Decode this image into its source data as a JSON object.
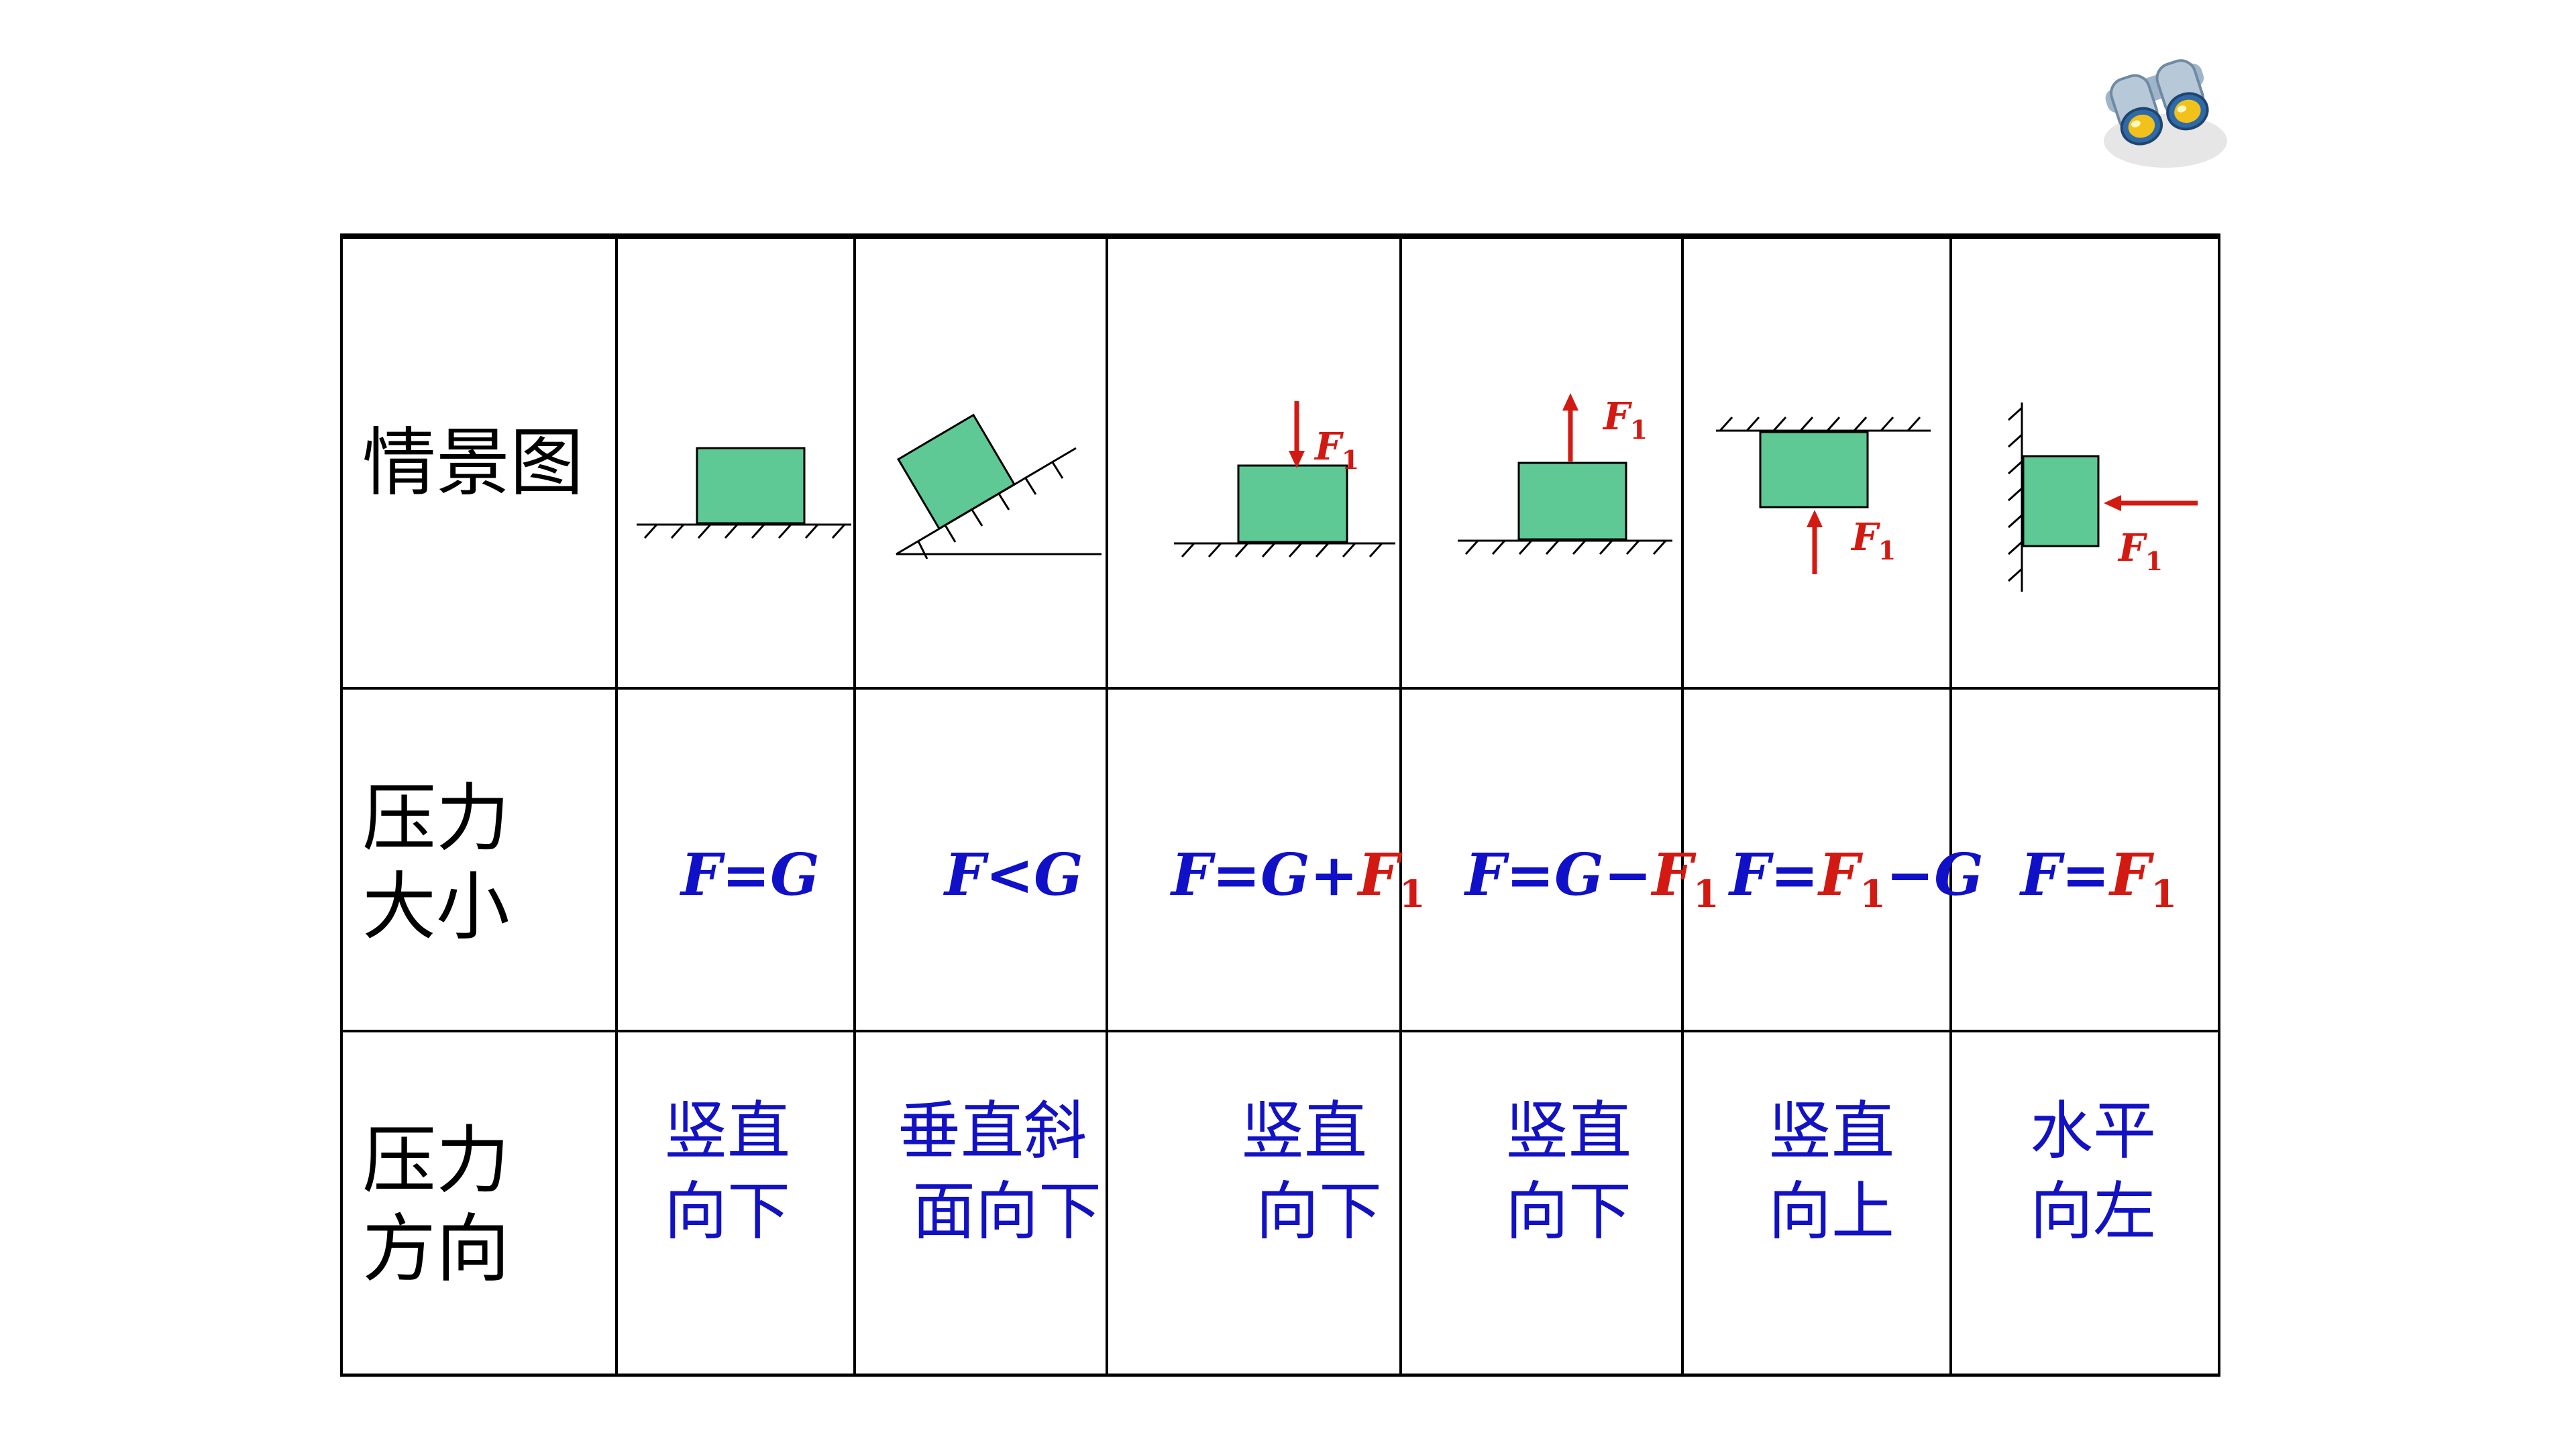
{
  "row_headers": {
    "scene": "情景图",
    "magnitude": [
      "压力",
      "大小"
    ],
    "direction": [
      "压力",
      "方向"
    ]
  },
  "force_label": {
    "letter": "F",
    "subscript": "1"
  },
  "columns": [
    {
      "formula": [
        {
          "t": "F=G",
          "c": "blue"
        }
      ],
      "direction": [
        "竖直",
        "向下"
      ]
    },
    {
      "formula": [
        {
          "t": "F<G",
          "c": "blue"
        }
      ],
      "direction": [
        "垂直斜",
        "面向下"
      ]
    },
    {
      "formula": [
        {
          "t": "F=G+",
          "c": "blue"
        },
        {
          "t": "F",
          "c": "red",
          "sub": "1"
        }
      ],
      "direction": [
        "竖直",
        "向下"
      ]
    },
    {
      "formula": [
        {
          "t": "F=G−",
          "c": "blue"
        },
        {
          "t": "F",
          "c": "red",
          "sub": "1"
        }
      ],
      "direction": [
        "竖直",
        "向下"
      ]
    },
    {
      "formula": [
        {
          "t": "F=",
          "c": "blue"
        },
        {
          "t": "F",
          "c": "red",
          "sub": "1"
        },
        {
          "t": "−G",
          "c": "blue"
        }
      ],
      "direction": [
        "竖直",
        "向上"
      ]
    },
    {
      "formula": [
        {
          "t": "F=",
          "c": "blue"
        },
        {
          "t": "F",
          "c": "red",
          "sub": "1"
        }
      ],
      "direction": [
        "水平",
        "向左"
      ]
    }
  ],
  "colors": {
    "block_fill": "#5ec995",
    "force_arrow": "#d31a12",
    "formula_text": "#1010c8",
    "direction_text": "#1212c4"
  },
  "icons": [
    "binoculars-icon"
  ]
}
